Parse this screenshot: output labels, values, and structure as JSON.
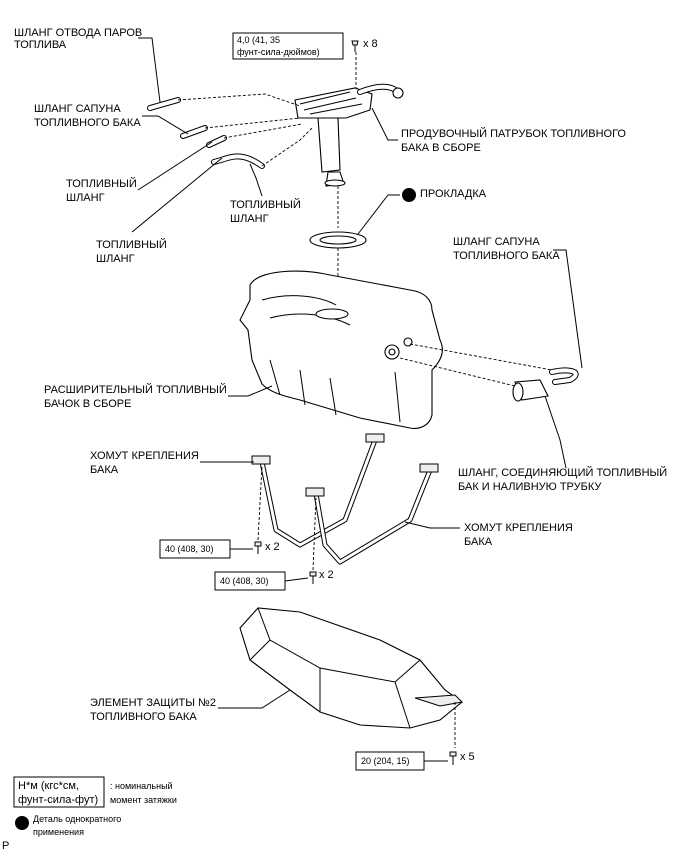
{
  "labels": {
    "vapor_hose_1": "ШЛАНГ ОТВОДА ПАРОВ",
    "vapor_hose_2": "ТОПЛИВА",
    "breather_hose_1": "ШЛАНГ САПУНА",
    "breather_hose_2": "ТОПЛИВНОГО БАКА",
    "fuel_hose_a_1": "ТОПЛИВНЫЙ",
    "fuel_hose_a_2": "ШЛАНГ",
    "fuel_hose_b_1": "ТОПЛИВНЫЙ",
    "fuel_hose_b_2": "ШЛАНГ",
    "fuel_hose_c_1": "ТОПЛИВНЫЙ",
    "fuel_hose_c_2": "ШЛАНГ",
    "vent_tube_1": "ПРОДУВОЧНЫЙ ПАТРУБОК ТОПЛИВНОГО",
    "vent_tube_2": "БАКА В СБОРЕ",
    "gasket": "ПРОКЛАДКА",
    "breather_hose_right_1": "ШЛАНГ САПУНА",
    "breather_hose_right_2": "ТОПЛИВНОГО БАКА",
    "expansion_tank_1": "РАСШИРИТЕЛЬНЫЙ ТОПЛИВНЫЙ",
    "expansion_tank_2": "БАЧОК В СБОРЕ",
    "filler_hose_1": "ШЛАНГ, СОЕДИНЯЮЩИЙ ТОПЛИВНЫЙ",
    "filler_hose_2": "БАК И НАЛИВНУЮ ТРУБКУ",
    "band_left_1": "ХОМУТ КРЕПЛЕНИЯ",
    "band_left_2": "БАКА",
    "band_right_1": "ХОМУТ КРЕПЛЕНИЯ",
    "band_right_2": "БАКА",
    "protector_1": "ЭЛЕМЕНТ ЗАЩИТЫ №2",
    "protector_2": "ТОПЛИВНОГО БАКА"
  },
  "torques": {
    "top_line1": "4,0 (41, 35",
    "top_line2": "фунт-сила-дюймов)",
    "top_qty": "x 8",
    "band1": "40 (408, 30)",
    "band1_qty": "x 2",
    "band2": "40 (408, 30)",
    "band2_qty": "x 2",
    "protector": "20 (204, 15)",
    "protector_qty": "x 5"
  },
  "legend": {
    "torque_units_1": "Н*м (кгс*см,",
    "torque_units_2": "фунт-сила-фут)",
    "torque_desc_1": ": номинальный",
    "torque_desc_2": "момент затяжки",
    "nonreusable_1": "Деталь однократного",
    "nonreusable_2": "применения"
  },
  "corner_mark": "P"
}
